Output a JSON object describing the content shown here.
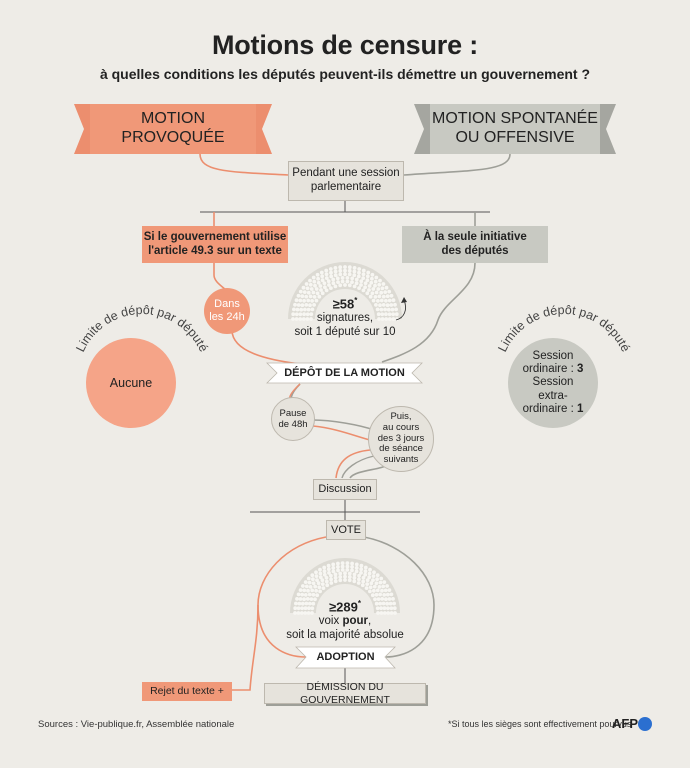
{
  "title": "Motions de censure :",
  "subtitle": "à quelles conditions les députés peuvent-ils démettre un gouvernement ?",
  "banners": {
    "left": "MOTION PROVOQUÉE",
    "right_line1": "MOTION SPONTANÉE",
    "right_line2": "OU OFFENSIVE"
  },
  "session_box": {
    "line1": "Pendant une session",
    "line2": "parlementaire"
  },
  "left_condition": {
    "line1": "Si le gouvernement utilise",
    "line2": "l'article 49.3 sur un texte"
  },
  "right_condition": {
    "line1": "À la seule initiative",
    "line2": "des députés"
  },
  "dans_24h": {
    "line1": "Dans",
    "line2": "les 24h"
  },
  "signatures": {
    "value": "≥58",
    "star": "*",
    "line1": "signatures,",
    "line2": "soit 1 député sur 10"
  },
  "limite_left": {
    "arc_label": "Limite de dépôt par député",
    "value": "Aucune"
  },
  "limite_right": {
    "arc_label": "Limite de dépôt par député",
    "l1": "Session",
    "l2a": "ordinaire : ",
    "l2b": "3",
    "l3": "Session",
    "l4": "extra-",
    "l5a": "ordinaire : ",
    "l5b": "1"
  },
  "depot": "DÉPÔT DE LA MOTION",
  "pause": {
    "line1": "Pause",
    "line2": "de 48h"
  },
  "puis": {
    "l1": "Puis,",
    "l2": "au cours",
    "l3": "des 3 jours",
    "l4": "de séance",
    "l5": "suivants"
  },
  "discussion": "Discussion",
  "vote": "VOTE",
  "voix": {
    "value": "≥289",
    "star": "*",
    "line1a": "voix ",
    "line1b": "pour",
    "line1c": ",",
    "line2": "soit la majorité absolue"
  },
  "adoption": "ADOPTION",
  "rejet": "Rejet du texte +",
  "demission": "DÉMISSION DU GOUVERNEMENT",
  "footer": {
    "sources": "Sources : Vie-publique.fr, Assemblée nationale",
    "note": "*Si tous les sièges sont effectivement pourvus",
    "logo": "AFP"
  },
  "colors": {
    "salmon": "#f09878",
    "salmon_line": "#ec8e6e",
    "grey_line": "#9e9f98",
    "grey_fill": "#c8c9c2",
    "background": "#eeece7"
  }
}
